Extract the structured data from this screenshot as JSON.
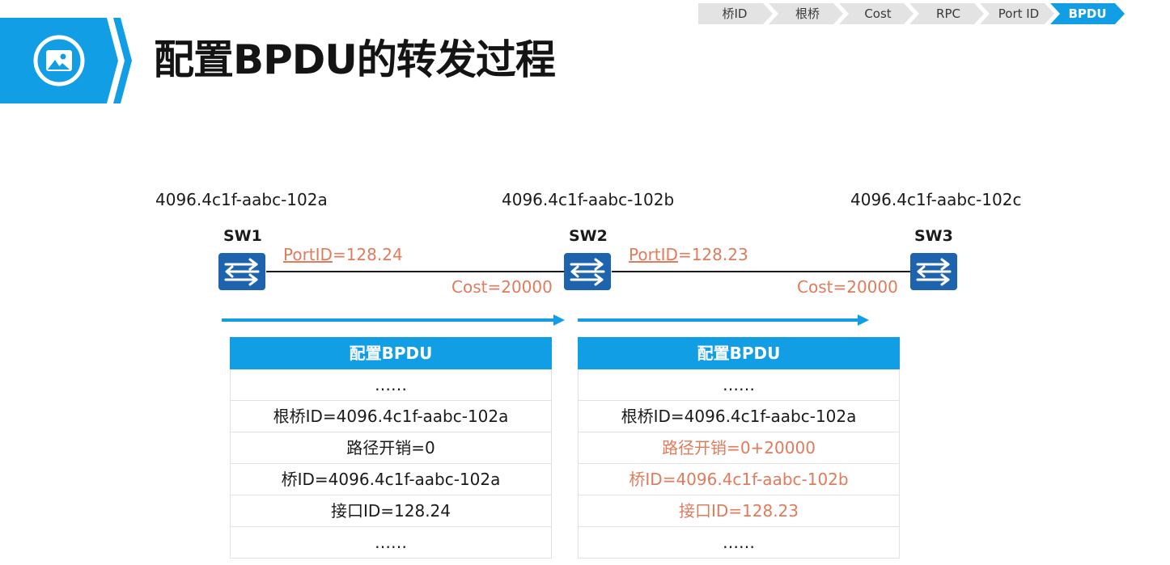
{
  "header": {
    "title": "配置BPDU的转发过程",
    "banner_icon": "image-icon",
    "accent_color": "#129ee4"
  },
  "breadcrumb": {
    "items": [
      "桥ID",
      "根桥",
      "Cost",
      "RPC",
      "Port ID",
      "BPDU"
    ],
    "active_index": 5
  },
  "topology": {
    "switches": [
      {
        "name": "SW1",
        "bridge_id": "4096.4c1f-aabc-102a"
      },
      {
        "name": "SW2",
        "bridge_id": "4096.4c1f-aabc-102b"
      },
      {
        "name": "SW3",
        "bridge_id": "4096.4c1f-aabc-102c"
      }
    ],
    "links": [
      {
        "port_prefix": "PortID",
        "port_value": "=128.24",
        "cost": "Cost=20000"
      },
      {
        "port_prefix": "PortID",
        "port_value": "=128.23",
        "cost": "Cost=20000"
      }
    ]
  },
  "tables": [
    {
      "title": "配置BPDU",
      "rows": [
        {
          "text": "……",
          "highlight": false
        },
        {
          "text": "根桥ID=4096.4c1f-aabc-102a",
          "highlight": false
        },
        {
          "text": "路径开销=0",
          "highlight": false
        },
        {
          "text": "桥ID=4096.4c1f-aabc-102a",
          "highlight": false
        },
        {
          "text": "接口ID=128.24",
          "highlight": false
        },
        {
          "text": "……",
          "highlight": false
        }
      ]
    },
    {
      "title": "配置BPDU",
      "rows": [
        {
          "text": "……",
          "highlight": false
        },
        {
          "text": "根桥ID=4096.4c1f-aabc-102a",
          "highlight": false
        },
        {
          "text": "路径开销=0+20000",
          "highlight": true
        },
        {
          "text": "桥ID=4096.4c1f-aabc-102b",
          "highlight": true
        },
        {
          "text": "接口ID=128.23",
          "highlight": true
        },
        {
          "text": "……",
          "highlight": false
        }
      ]
    }
  ],
  "colors": {
    "highlight_text": "#e07b5c",
    "switch_blue": "#1e63ad",
    "arrow_blue": "#129ee4"
  }
}
